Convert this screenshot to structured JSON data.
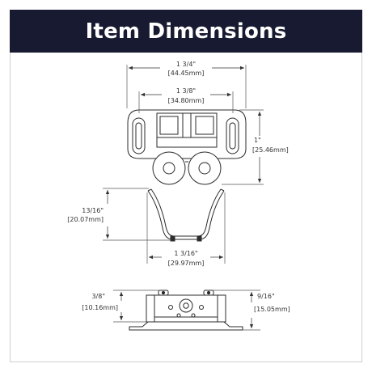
{
  "header": {
    "title": "Item Dimensions"
  },
  "dimensions": {
    "top_overall": {
      "imperial": "1 3/4\"",
      "metric": "[44.45mm]"
    },
    "top_inner": {
      "imperial": "1 3/8\"",
      "metric": "[34.80mm]"
    },
    "top_height": {
      "imperial": "1\"",
      "metric": "[25.46mm]"
    },
    "clip_height": {
      "imperial": "13/16\"",
      "metric": "[20.07mm]"
    },
    "clip_width": {
      "imperial": "1 3/16\"",
      "metric": "[29.97mm]"
    },
    "side_left": {
      "imperial": "3/8\"",
      "metric": "[10.16mm]"
    },
    "side_right": {
      "imperial": "9/16\"",
      "metric": "[15.05mm]"
    }
  },
  "colors": {
    "banner": "#181a31",
    "line": "#2b2b2b",
    "text": "#333333"
  }
}
